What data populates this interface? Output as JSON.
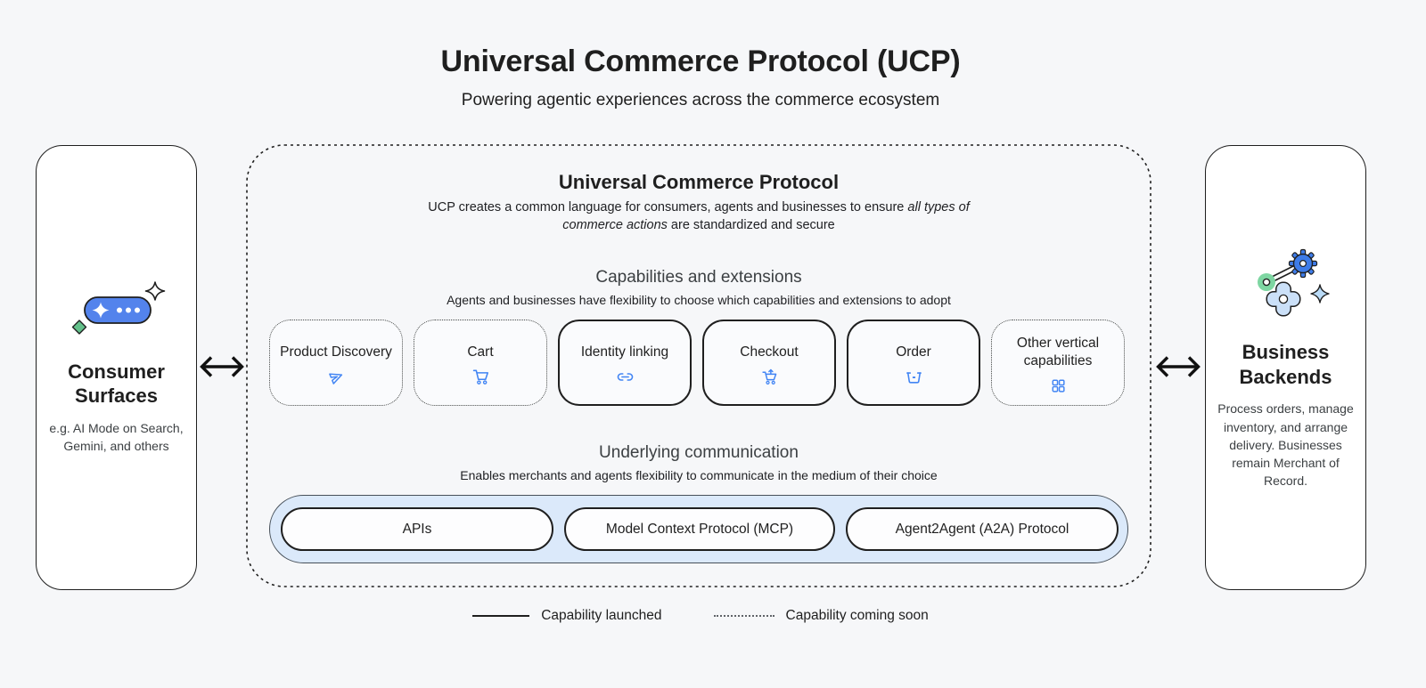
{
  "page": {
    "title": "Universal Commerce Protocol (UCP)",
    "subtitle": "Powering agentic experiences across the commerce ecosystem"
  },
  "consumer": {
    "title": "Consumer Surfaces",
    "description": "e.g. AI Mode on Search, Gemini, and others",
    "icon": "ai-pill-sparkle-icon"
  },
  "business": {
    "title": "Business Backends",
    "description": "Process orders, manage inventory, and arrange delivery. Businesses remain Merchant of Record.",
    "icon": "gears-settings-icon"
  },
  "ucp": {
    "title": "Universal Commerce Protocol",
    "description_pre": "UCP creates a common language for consumers, agents and businesses to ensure ",
    "description_italic": "all types of commerce actions",
    "description_post": " are standardized and secure",
    "capabilities": {
      "heading": "Capabilities and extensions",
      "subheading": "Agents and businesses have flexibility to choose which capabilities and extensions to adopt",
      "items": [
        {
          "label": "Product Discovery",
          "icon": "send-icon",
          "status": "coming-soon"
        },
        {
          "label": "Cart",
          "icon": "cart-icon",
          "status": "coming-soon"
        },
        {
          "label": "Identity linking",
          "icon": "link-icon",
          "status": "launched"
        },
        {
          "label": "Checkout",
          "icon": "cart-checkout-icon",
          "status": "launched"
        },
        {
          "label": "Order",
          "icon": "order-box-icon",
          "status": "launched"
        },
        {
          "label": "Other vertical capabilities",
          "icon": "grid-icon",
          "status": "coming-soon"
        }
      ]
    },
    "communication": {
      "heading": "Underlying communication",
      "subheading": "Enables merchants and agents flexibility to communicate in the medium of their choice",
      "items": [
        {
          "label": "APIs"
        },
        {
          "label": "Model Context Protocol (MCP)"
        },
        {
          "label": "Agent2Agent (A2A) Protocol"
        }
      ]
    }
  },
  "legend": {
    "launched": "Capability launched",
    "coming_soon": "Capability coming soon"
  },
  "colors": {
    "accent_blue": "#4285f4",
    "pill_blue": "#5383ec",
    "light_blue_panel": "#dbe9fa",
    "green": "#63c08a",
    "text_dark": "#1f1f1f",
    "text_gray": "#3c4043",
    "page_bg": "#f6f7f9"
  }
}
